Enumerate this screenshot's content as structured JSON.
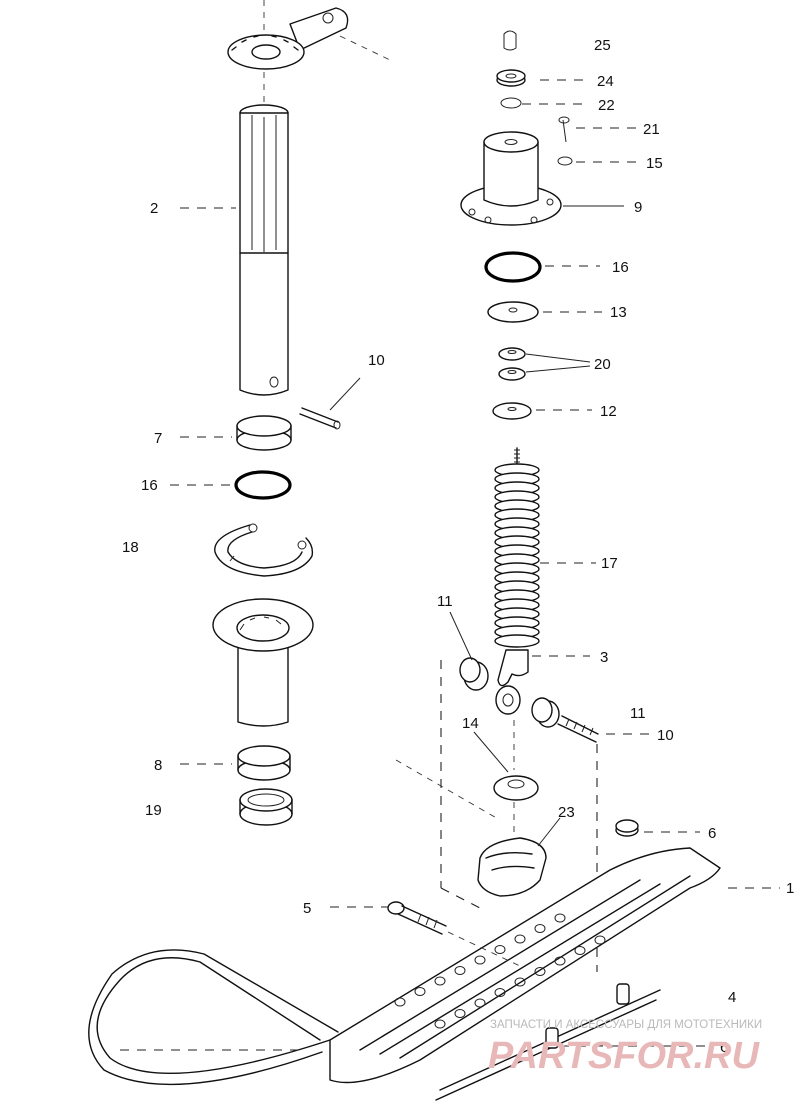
{
  "labels": {
    "p1": "1",
    "p2": "2",
    "p3": "3",
    "p4": "4",
    "p5": "5",
    "p6a": "6",
    "p6b": "6",
    "p7": "7",
    "p8": "8",
    "p9": "9",
    "p10a": "10",
    "p10b": "10",
    "p11a": "11",
    "p11b": "11",
    "p12": "12",
    "p13": "13",
    "p14": "14",
    "p15": "15",
    "p16a": "16",
    "p16b": "16",
    "p17": "17",
    "p18": "18",
    "p19": "19",
    "p20": "20",
    "p21": "21",
    "p22": "22",
    "p23": "23",
    "p24": "24",
    "p25": "25"
  },
  "watermark": {
    "tagline": "ЗАПЧАСТИ И АКСЕССУАРЫ ДЛЯ МОТОТЕХНИКИ",
    "logo": "PARTSFOR.RU"
  },
  "colors": {
    "ink": "#111111",
    "background": "#ffffff",
    "watermark_text": "#b9b9b9",
    "watermark_logo": "#e8b8b8"
  }
}
